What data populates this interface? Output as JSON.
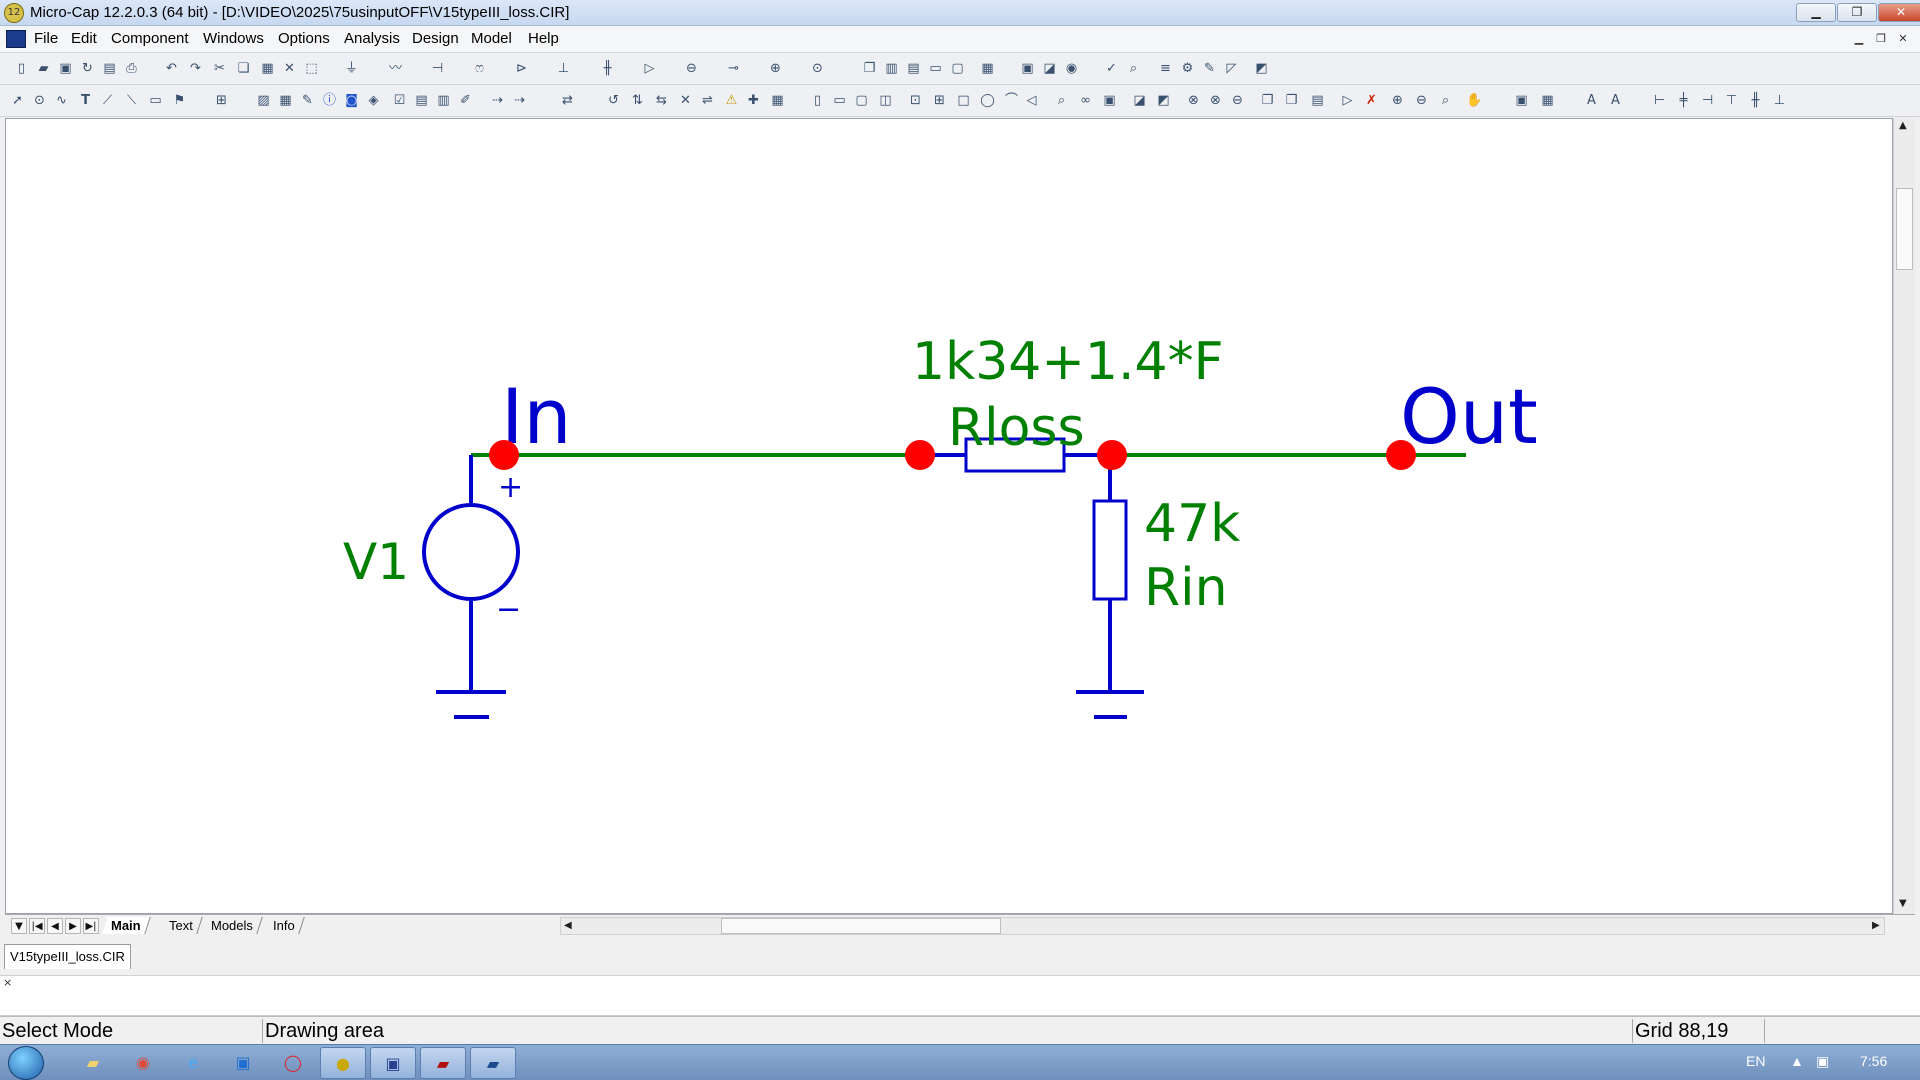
{
  "window": {
    "title": "Micro-Cap 12.2.0.3 (64 bit) - [D:\\VIDEO\\2025\\75usinputOFF\\V15typeIII_loss.CIR]",
    "app_icon": "12"
  },
  "menu": {
    "items": [
      "File",
      "Edit",
      "Component",
      "Windows",
      "Options",
      "Analysis",
      "Design",
      "Model",
      "Help"
    ]
  },
  "schematic": {
    "wire_color": "#008000",
    "component_color": "#0000cc",
    "node_color": "#ff0000",
    "node_in_label": "In",
    "node_out_label": "Out",
    "source": {
      "name": "V1",
      "plus": "+",
      "minus": "−"
    },
    "r_loss": {
      "value": "1k34+1.4*F",
      "name": "Rloss"
    },
    "r_in": {
      "value": "47k",
      "name": "Rin"
    }
  },
  "sheet_tabs": [
    "Main",
    "Text",
    "Models",
    "Info"
  ],
  "active_sheet": "Main",
  "file_tab": "V15typeIII_loss.CIR",
  "status": {
    "mode": "Select Mode",
    "area": "Drawing area",
    "grid": "Grid 88,19"
  },
  "taskbar": {
    "language": "EN",
    "time": "7:56"
  },
  "icons": [
    "windows-start-icon",
    "explorer-icon",
    "chrome-icon",
    "ie-icon",
    "store-icon",
    "opera-icon",
    "microcap-icon",
    "floppy-icon",
    "acrobat-icon",
    "photoshop-icon"
  ]
}
